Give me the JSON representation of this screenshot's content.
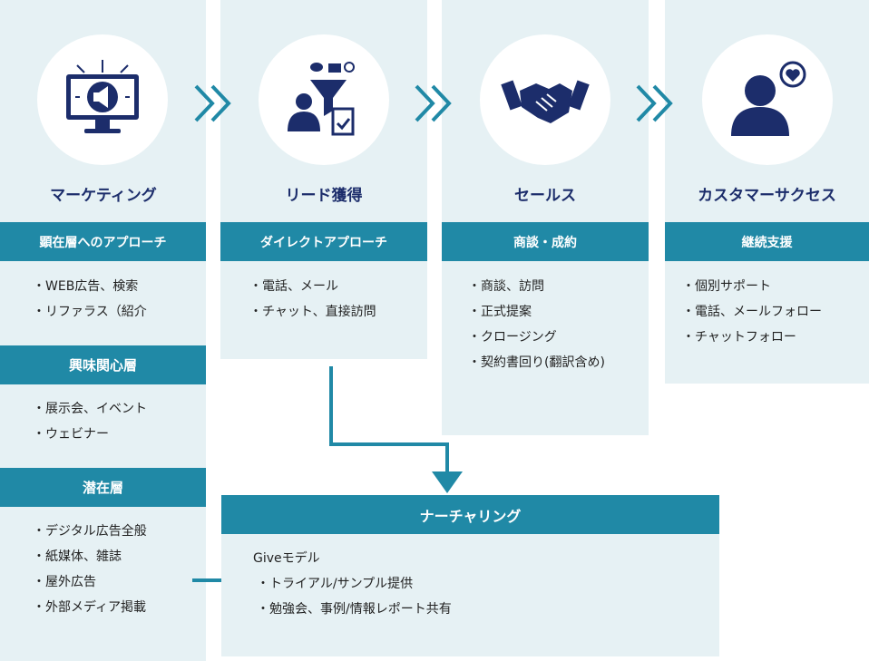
{
  "accent": "#2089a6",
  "navy": "#1c2d6b",
  "stages": [
    {
      "title": "マーケティング",
      "icon": "megaphone-monitor-icon"
    },
    {
      "title": "リード獲得",
      "icon": "lead-funnel-icon"
    },
    {
      "title": "セールス",
      "icon": "handshake-icon"
    },
    {
      "title": "カスタマーサクセス",
      "icon": "customer-heart-icon"
    }
  ],
  "marketing": {
    "groups": [
      {
        "header": "顕在層へのアプローチ",
        "items": [
          "・WEB広告、検索",
          "・リファラス（紹介"
        ]
      },
      {
        "header": "興味関心層",
        "items": [
          "・展示会、イベント",
          "・ウェビナー"
        ]
      },
      {
        "header": "潜在層",
        "items": [
          "・デジタル広告全般",
          "・紙媒体、雑誌",
          "・屋外広告",
          "・外部メディア掲載"
        ]
      }
    ]
  },
  "lead": {
    "header": "ダイレクトアプローチ",
    "items": [
      "・電話、メール",
      "・チャット、直接訪問"
    ]
  },
  "sales": {
    "header": "商談・成約",
    "items": [
      "・商談、訪問",
      "・正式提案",
      "・クロージング",
      "・契約書回り(翻訳含め)"
    ]
  },
  "success": {
    "header": "継続支援",
    "items": [
      "・個別サポート",
      "・電話、メールフォロー",
      "・チャットフォロー"
    ]
  },
  "nurturing": {
    "header": "ナーチャリング",
    "intro": "Giveモデル",
    "items": [
      "・トライアル/サンプル提供",
      "・勉強会、事例/情報レポート共有"
    ]
  }
}
